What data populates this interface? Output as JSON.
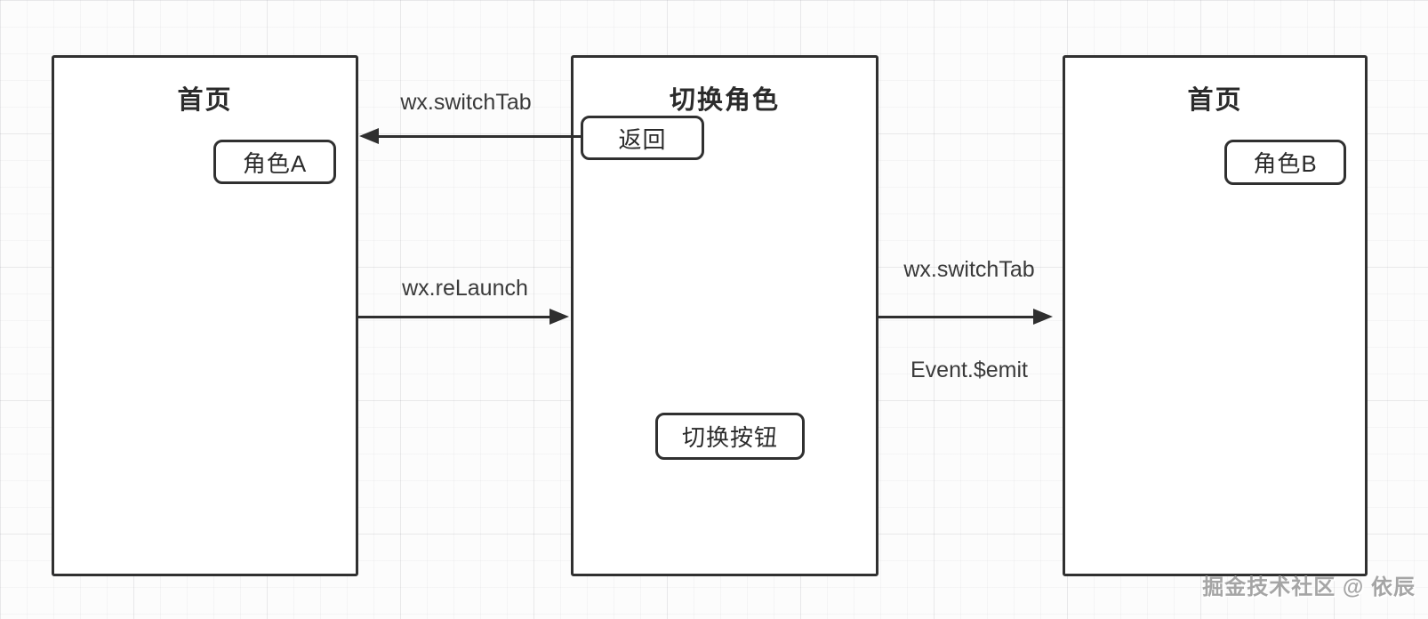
{
  "diagram": {
    "boxes": {
      "page_a": {
        "title": "首页",
        "role_button": "角色A"
      },
      "switch_role": {
        "title": "切换角色",
        "back_button": "返回",
        "switch_button": "切换按钮"
      },
      "page_b": {
        "title": "首页",
        "role_button": "角色B"
      }
    },
    "arrows": {
      "switch_to_a": {
        "label": "wx.switchTab",
        "direction": "left"
      },
      "a_to_switch": {
        "label": "wx.reLaunch",
        "direction": "right"
      },
      "switch_to_b": {
        "label_top": "wx.switchTab",
        "label_bottom": "Event.$emit",
        "direction": "right"
      }
    },
    "watermark": "掘金技术社区 @ 依辰",
    "colors": {
      "stroke": "#303030",
      "label_text": "#3a3a3a",
      "grid_line": "#ececec",
      "watermark_text": "#a5a5a5",
      "background": "#fcfcfc"
    }
  }
}
